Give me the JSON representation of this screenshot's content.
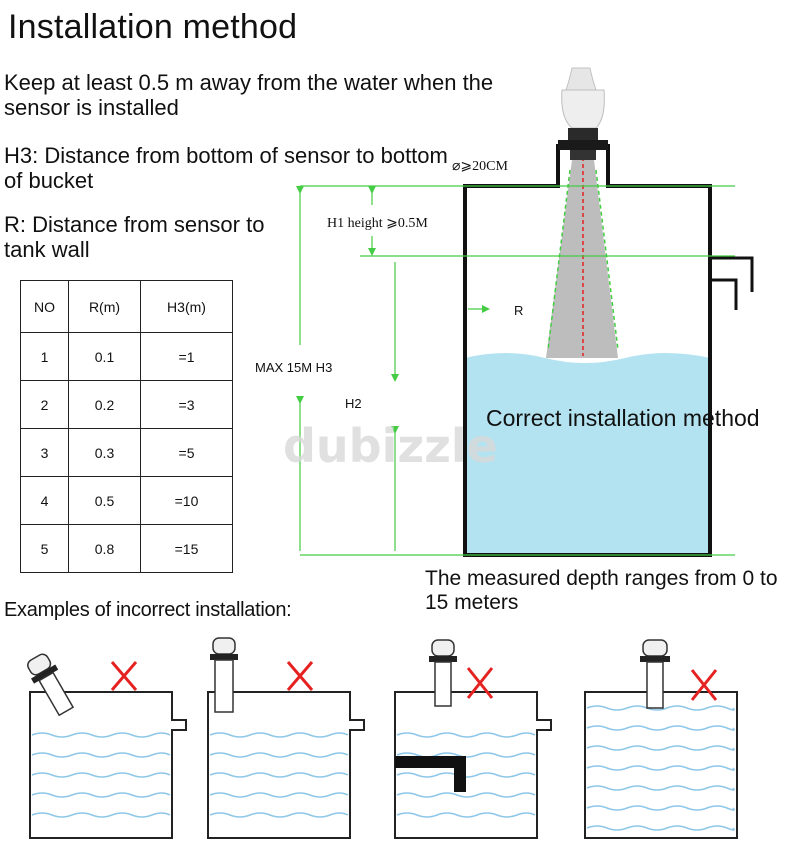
{
  "title": "Installation method",
  "notes": {
    "keep_distance": "Keep at least 0.5 m away from the water when the sensor is installed",
    "h3_def": "H3: Distance from bottom of sensor to bottom of bucket",
    "r_def": "R: Distance from sensor to tank wall"
  },
  "table": {
    "headers": [
      "NO",
      "R(m)",
      "H3(m)"
    ],
    "rows": [
      [
        "1",
        "0.1",
        "=1"
      ],
      [
        "2",
        "0.2",
        "=3"
      ],
      [
        "3",
        "0.3",
        "=5"
      ],
      [
        "4",
        "0.5",
        "=10"
      ],
      [
        "5",
        "0.8",
        "=15"
      ]
    ]
  },
  "diagram": {
    "diameter_label": "⌀⩾20CM",
    "h1_label": "H1 height ⩾0.5M",
    "r_label": "R",
    "max_label": "MAX 15M H3",
    "h2_label": "H2",
    "correct_label": "Correct installation method",
    "watermark": "dubizzle"
  },
  "depth_note": "The measured depth ranges from 0 to 15 meters",
  "examples_heading": "Examples of incorrect installation:",
  "colors": {
    "water": "#b3e3f1",
    "guide_green": "#44cc44",
    "beam_gray": "#bdbdbd",
    "red_mark": "#e52222",
    "wave_blue": "#8dc6e8"
  }
}
